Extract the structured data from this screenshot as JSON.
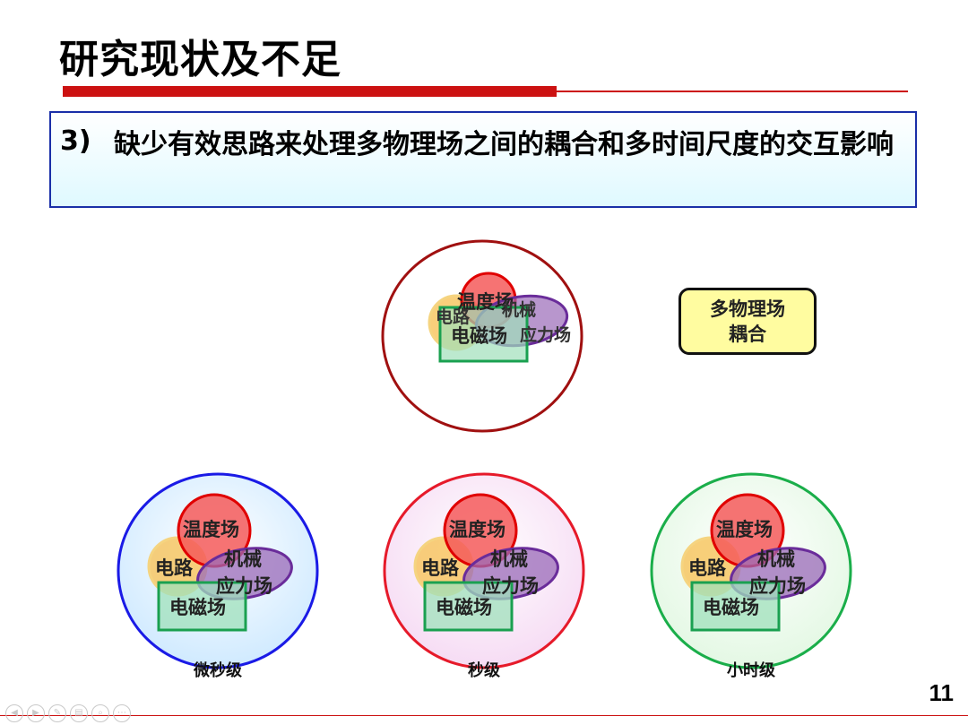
{
  "title": "研究现状及不足",
  "callout": {
    "number": "3)",
    "text": "缺少有效思路来处理多物理场之间的耦合和多时间尺度的交互影响"
  },
  "coupling_label": [
    "多物理场",
    "耦合"
  ],
  "fields": {
    "temperature": "温度场",
    "circuit": "电路",
    "mechanical_top": "机械",
    "mechanical_bottom": "应力场",
    "electromagnetic": "电磁场"
  },
  "scales": [
    {
      "label": "微秒级",
      "color": "#1a1ae6"
    },
    {
      "label": "秒级",
      "color": "#e61a2a"
    },
    {
      "label": "小时级",
      "color": "#1aae4a"
    }
  ],
  "top_circle_color": "#a01010",
  "page_number": "11",
  "colors": {
    "accent": "#cc1111",
    "callout_border": "#1a2fa8"
  }
}
